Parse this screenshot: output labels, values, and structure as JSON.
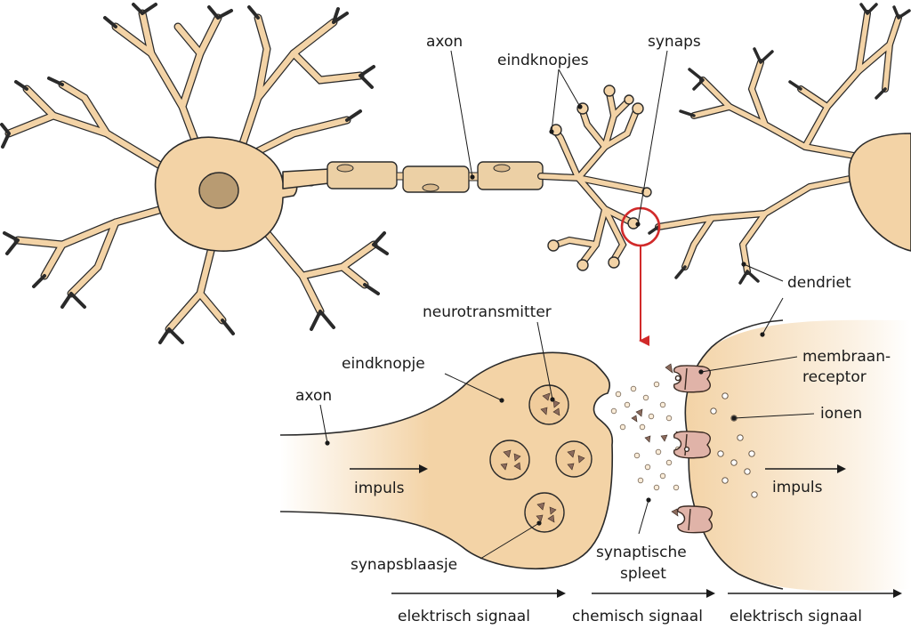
{
  "labels": {
    "axon_top": "axon",
    "eindknopjes": "eindknopjes",
    "synaps": "synaps",
    "dendriet": "dendriet",
    "neurotransmitter": "neurotransmitter",
    "eindknopje": "eindknopje",
    "axon_bottom": "axon",
    "membraan_line1": "membraan-",
    "membraan_line2": "receptor",
    "ionen": "ionen",
    "impuls_left": "impuls",
    "impuls_right": "impuls",
    "synapsblaasje": "synapsblaasje",
    "spleet_line1": "synaptische",
    "spleet_line2": "spleet",
    "signal_electric_1": "elektrisch signaal",
    "signal_chemical": "chemisch signaal",
    "signal_electric_2": "elektrisch signaal"
  },
  "colors": {
    "cell": "#f3d3a6",
    "nucleus": "#b89b72",
    "outline": "#2a2a2a",
    "highlight": "#d12a2a",
    "receptor": "#e0b3a8",
    "neurotransmitter": "#8a6a5c"
  }
}
